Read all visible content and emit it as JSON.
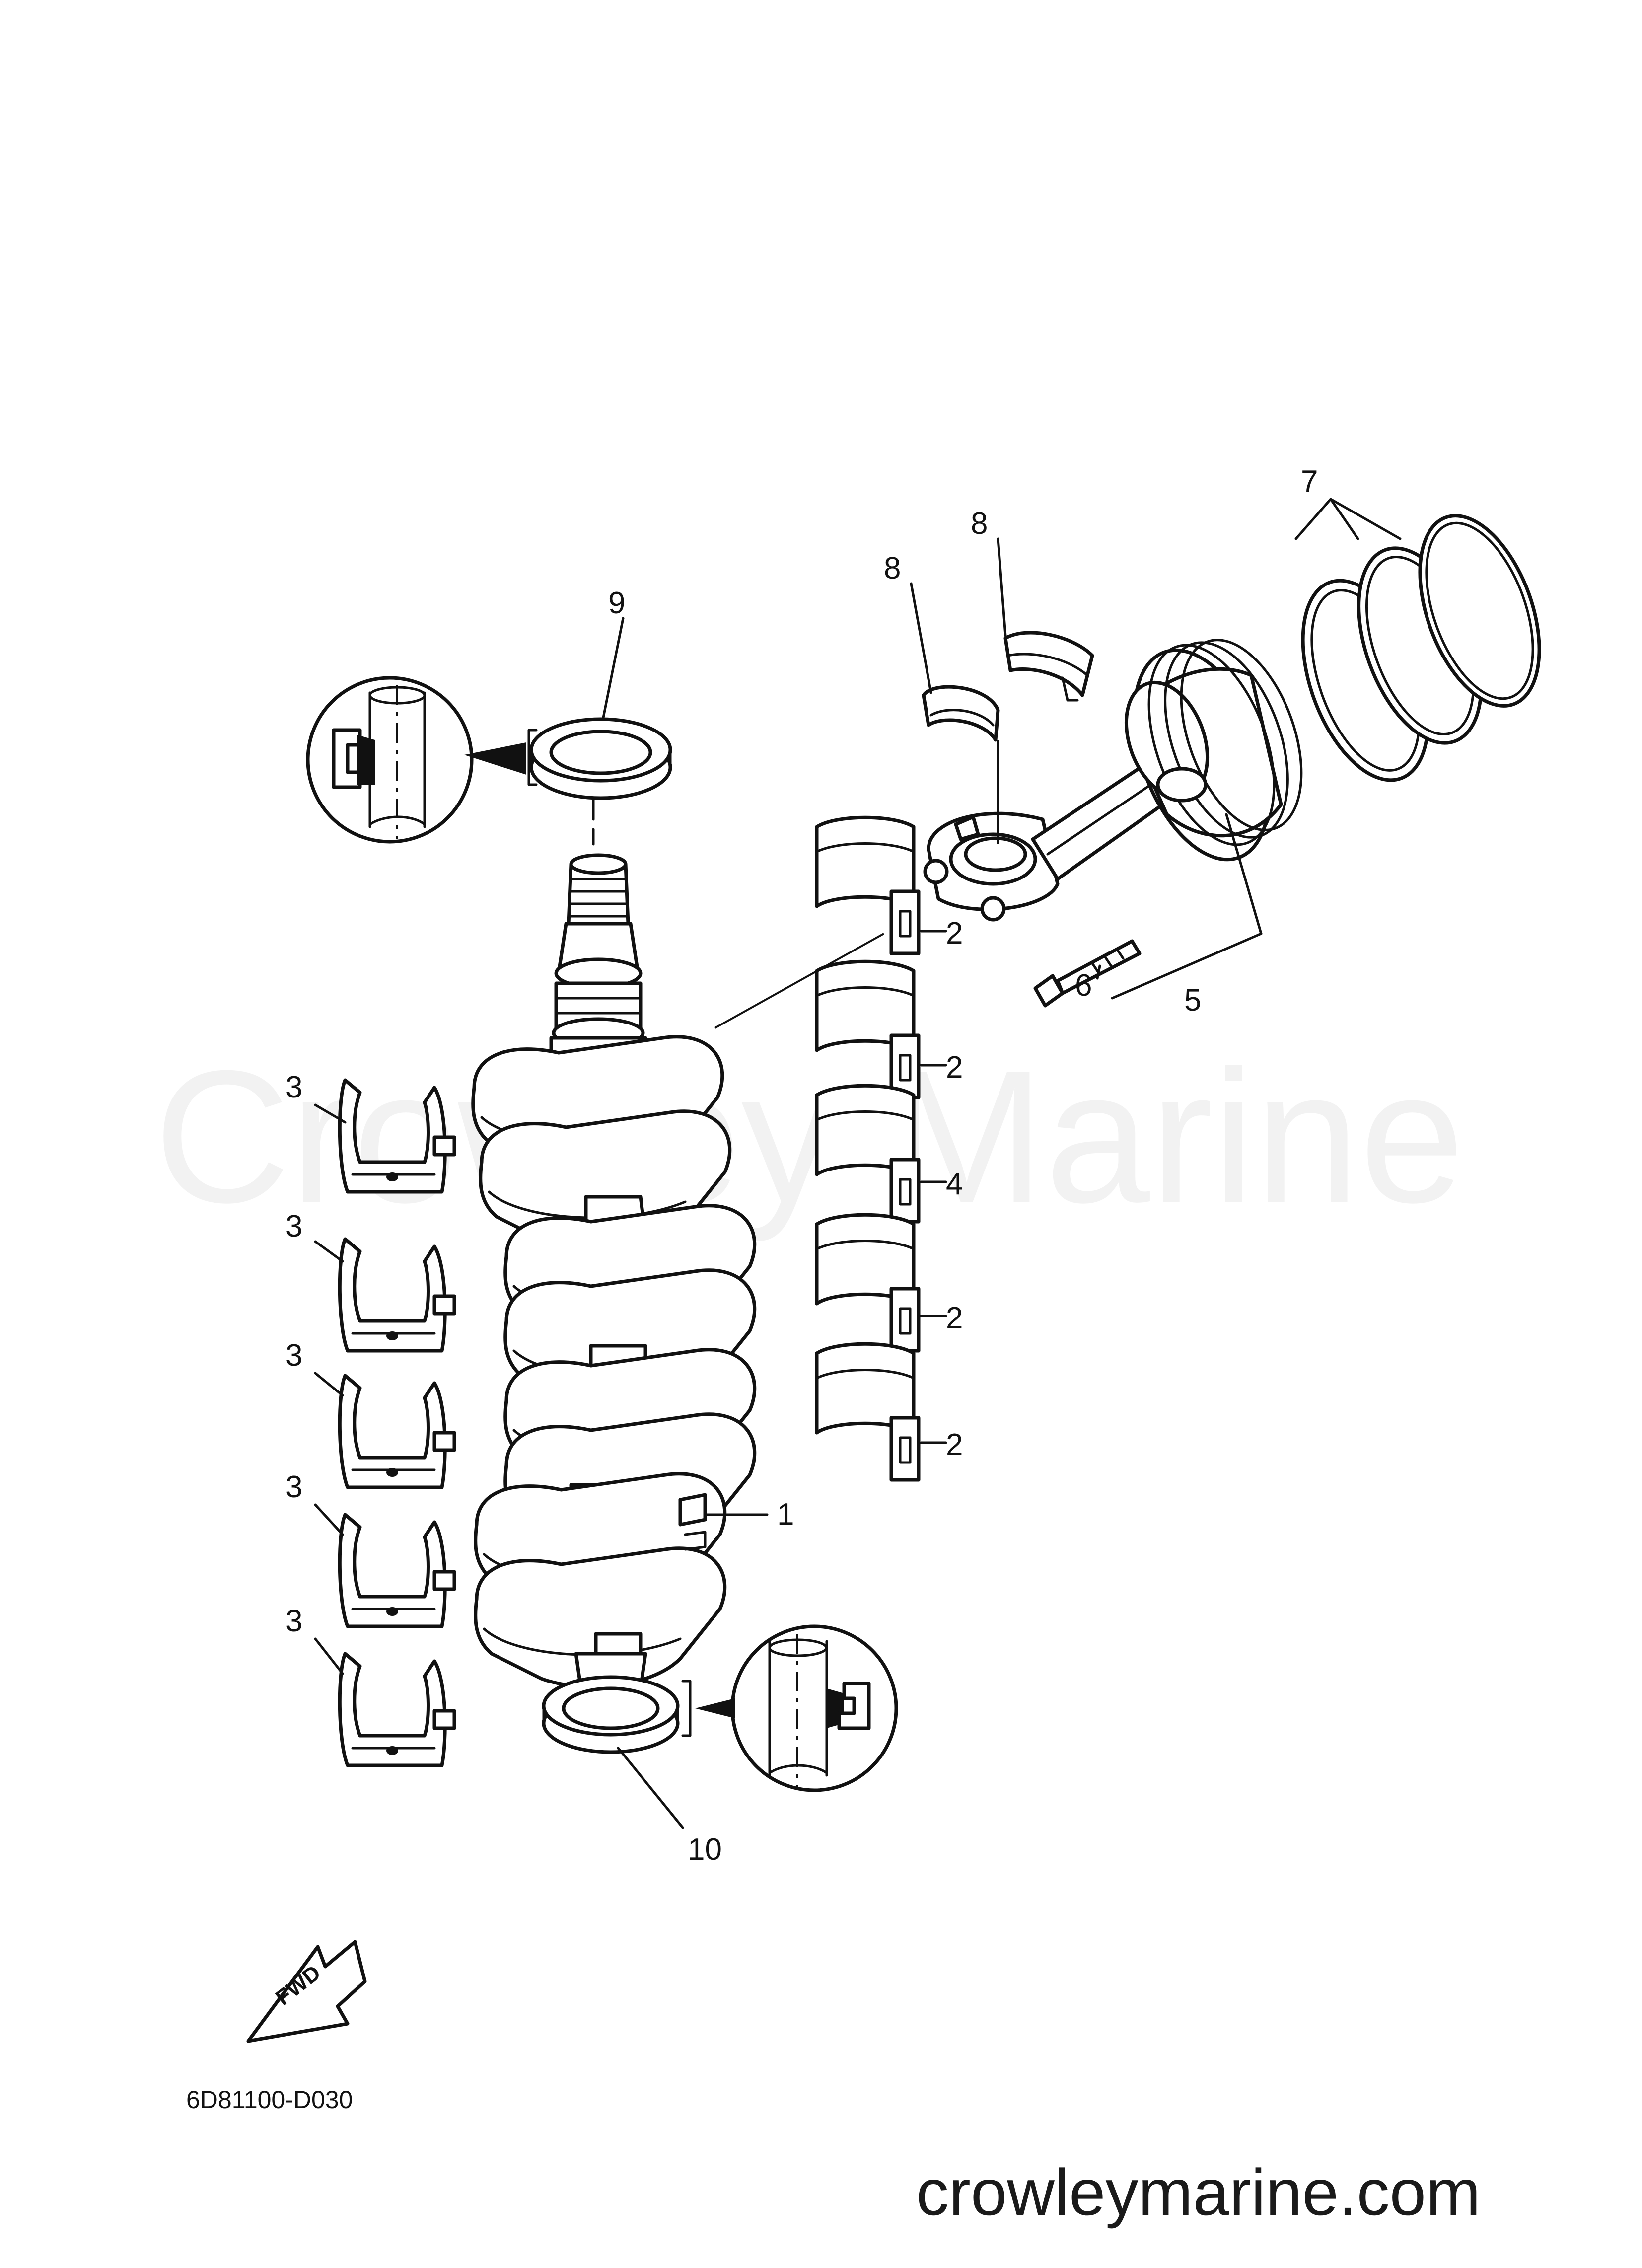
{
  "watermark": "Crowley Marine",
  "diagram_code": "6D81100-D030",
  "website": "crowleymarine.com",
  "fwd_label": "FWD",
  "callouts": {
    "c1": "1",
    "c2a": "2",
    "c2b": "2",
    "c2c": "2",
    "c2d": "2",
    "c3a": "3",
    "c3b": "3",
    "c3c": "3",
    "c3d": "3",
    "c3e": "3",
    "c4": "4",
    "c5": "5",
    "c6": "6",
    "c7": "7",
    "c8a": "8",
    "c8b": "8",
    "c9": "9",
    "c10": "10"
  }
}
